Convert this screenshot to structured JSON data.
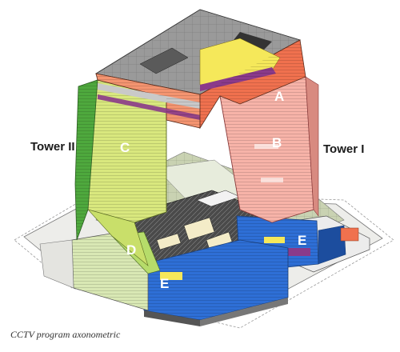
{
  "labels": {
    "tower_left": "Tower II",
    "tower_right": "Tower I",
    "caption": "CCTV program axonometric"
  },
  "zones": [
    {
      "letter": "A",
      "color": "#e8486a"
    },
    {
      "letter": "B",
      "color": "#f49b9b"
    },
    {
      "letter": "C",
      "color": "#cfe07a"
    },
    {
      "letter": "D",
      "color": "#b6dc6a"
    },
    {
      "letter": "E",
      "color": "#2d6ecb"
    }
  ],
  "colors": {
    "roof": "#9a9a9a",
    "bridge_side": "#6b6b6b",
    "bridge_orange": "#f0714e",
    "bridge_yellow": "#f5e85a",
    "bridge_purple": "#8a3a8a",
    "tower1_pink": "#f7b3a8",
    "tower2_lime": "#d9e87e",
    "tower2_green": "#4ea83d",
    "base_blue": "#2e6fd6",
    "plaza": "#d6d6c8",
    "site_map": "#c9d2b2"
  }
}
